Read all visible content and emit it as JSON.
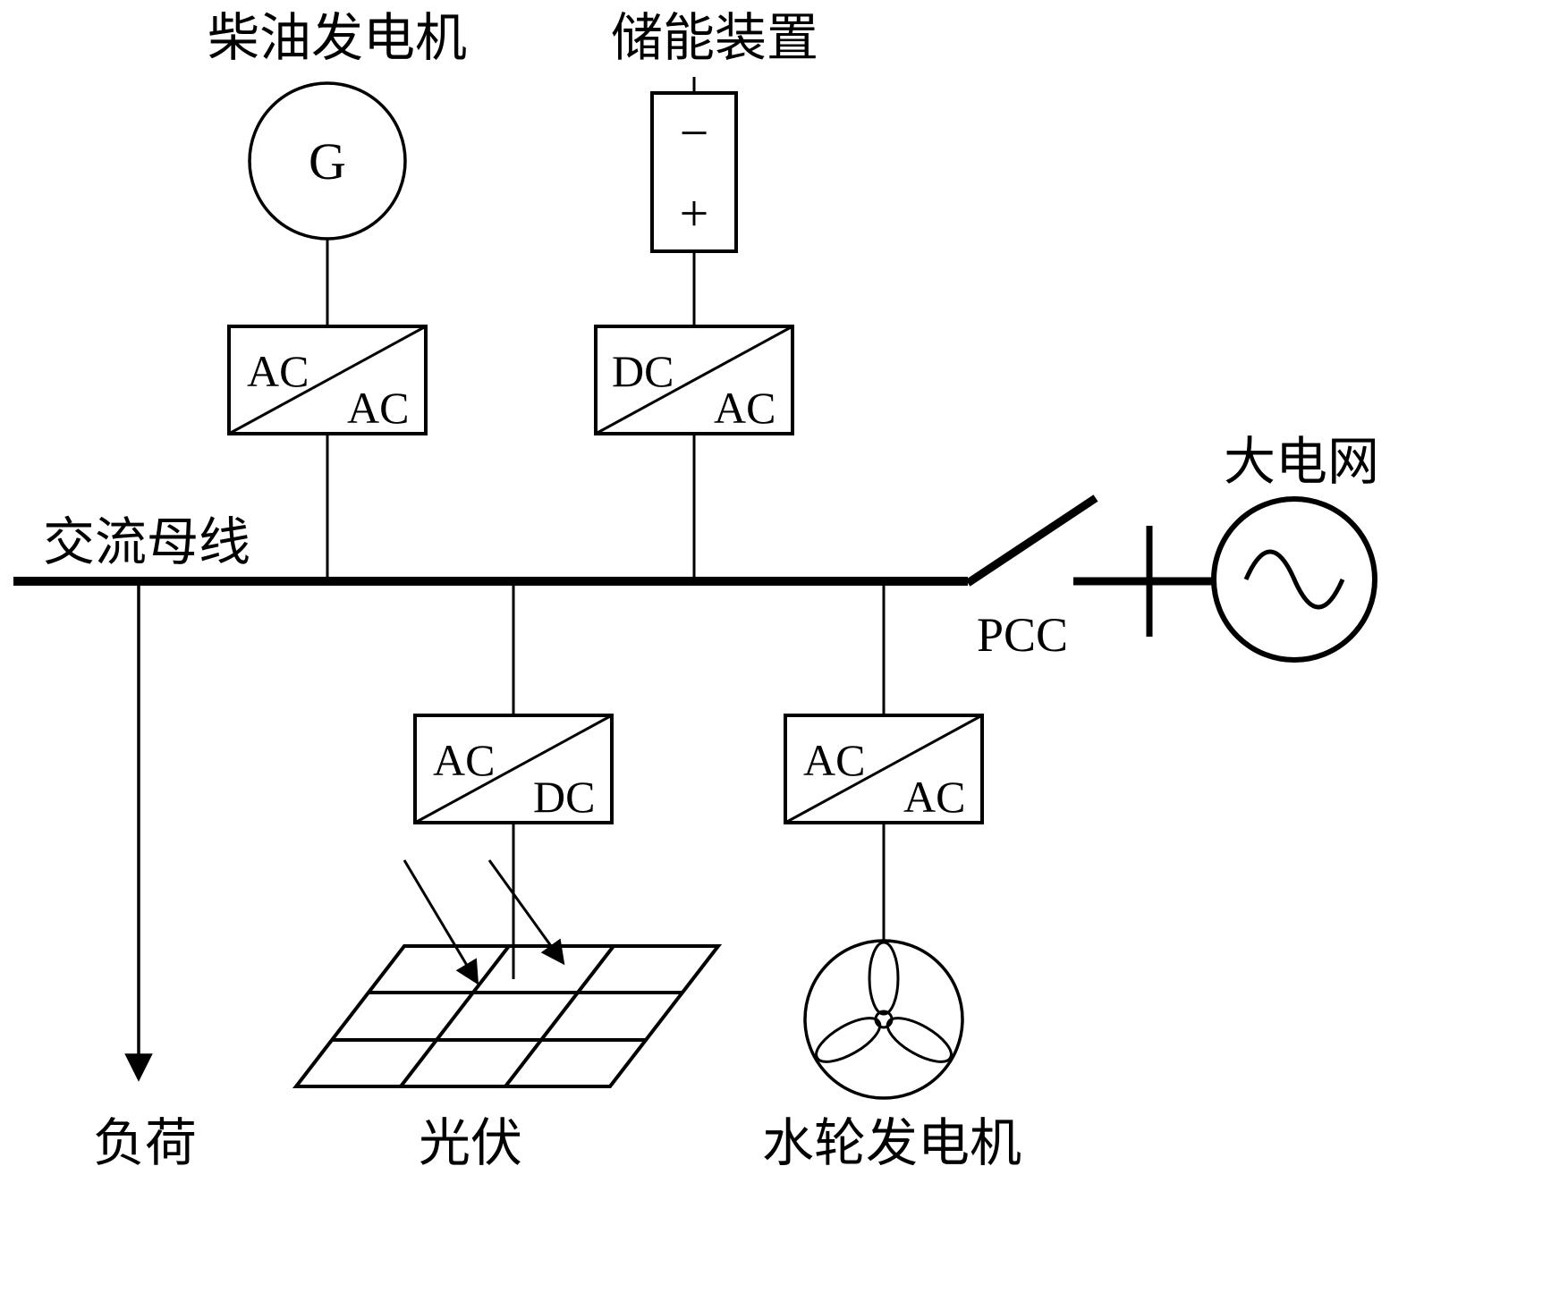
{
  "diagram": {
    "background": "#ffffff",
    "line_color": "#000000",
    "labels": {
      "diesel_generator": "柴油发电机",
      "storage_device": "储能装置",
      "ac_bus": "交流母线",
      "big_grid": "大电网",
      "pcc": "PCC",
      "load": "负荷",
      "pv": "光伏",
      "hydro_generator": "水轮发电机"
    },
    "symbols": {
      "generator": "G",
      "battery_negative": "−",
      "battery_positive": "+"
    },
    "converters": {
      "diesel": {
        "top": "AC",
        "bottom": "AC"
      },
      "storage": {
        "top": "DC",
        "bottom": "AC"
      },
      "pv": {
        "top": "AC",
        "bottom": "DC"
      },
      "hydro": {
        "top": "AC",
        "bottom": "AC"
      }
    }
  }
}
